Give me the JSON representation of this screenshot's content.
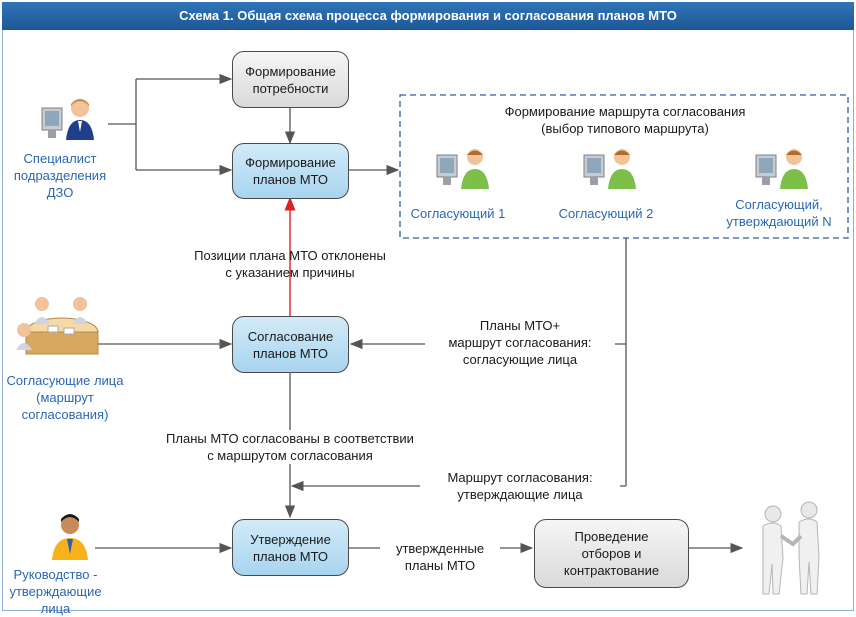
{
  "title": "Схема 1. Общая схема процесса формирования и согласования планов МТО",
  "boxes": {
    "need": "Формирование\nпотребности",
    "plans": "Формирование\nпланов МТО",
    "approval": "Согласование\nпланов МТО",
    "confirm": "Утверждение\nпланов МТО",
    "contract": "Проведение\nотборов и\nконтрактование"
  },
  "route": {
    "title": "Формирование маршрута согласования\n(выбор типового маршрута)",
    "approvers": [
      "Согласующий 1",
      "Согласующий 2",
      "Согласующий,\nутверждающий N"
    ]
  },
  "actors": {
    "specialist": "Специалист\nподразделения\nДЗО",
    "approvers_group": "Согласующие лица\n(маршрут\nсогласования)",
    "management": "Руководство -\nутверждающие\nлица"
  },
  "labels": {
    "rejected": "Позиции плана МТО отклонены\nс указанием причины",
    "plans_route": "Планы МТО+\nмаршрут согласования:\nсогласующие лица",
    "agreed": "Планы МТО согласованы в соответствии\nс маршрутом согласования",
    "route_approvers": "Маршрут согласования:\nутверждающие лица",
    "approved": "утвержденные\nпланы МТО"
  },
  "colors": {
    "title_bg": "#1d5796",
    "box_blue": "#a8d4ef",
    "box_gray": "#d9d9d9",
    "actor_text": "#2a67b0",
    "reject_arrow": "#e02020",
    "dashed_border": "#2a5f9e"
  }
}
